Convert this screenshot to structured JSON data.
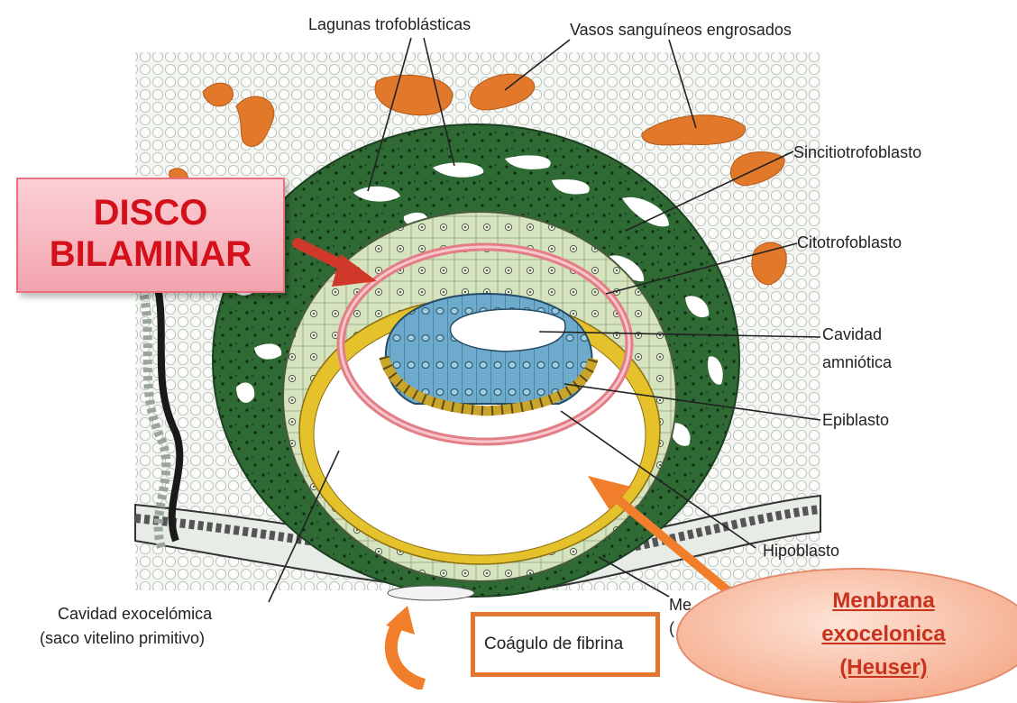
{
  "labels": {
    "lagunas": "Lagunas trofoblásticas",
    "vasos": "Vasos sanguíneos engrosados",
    "sincitio": "Sincitiotrofoblasto",
    "citotrofo": "Citotrofoblasto",
    "cavidad_amniotica_1": "Cavidad",
    "cavidad_amniotica_2": "amniótica",
    "epiblasto": "Epiblasto",
    "hipoblasto": "Hipoblasto",
    "cavidad_exocelomica_1": "Cavidad exocelómica",
    "cavidad_exocelomica_2": "(saco vitelino primitivo)",
    "me_fragment": "Me",
    "paren_fragment": "("
  },
  "callouts": {
    "disco_line1": "DISCO",
    "disco_line2": "BILAMINAR",
    "coagulo": "Coágulo de fibrina",
    "membrana_line1": "Menbrana",
    "membrana_line2": "exocelonica",
    "membrana_line3": "(Heuser)"
  },
  "colors": {
    "decidua_bg": "#eef2ee",
    "sincitiotrofoblasto": "#2f6a35",
    "citotrofoblasto": "#d4e2bc",
    "epiblasto": "#6aa8c8",
    "hipoblasto": "#c9a52c",
    "membrana_heuser": "#e5c12c",
    "vasos": "#e2782a",
    "disco_ring": "#e27e86",
    "disco_text": "#d4101b",
    "arrow_orange": "#f07e2a",
    "arrow_red": "#d0392a"
  }
}
